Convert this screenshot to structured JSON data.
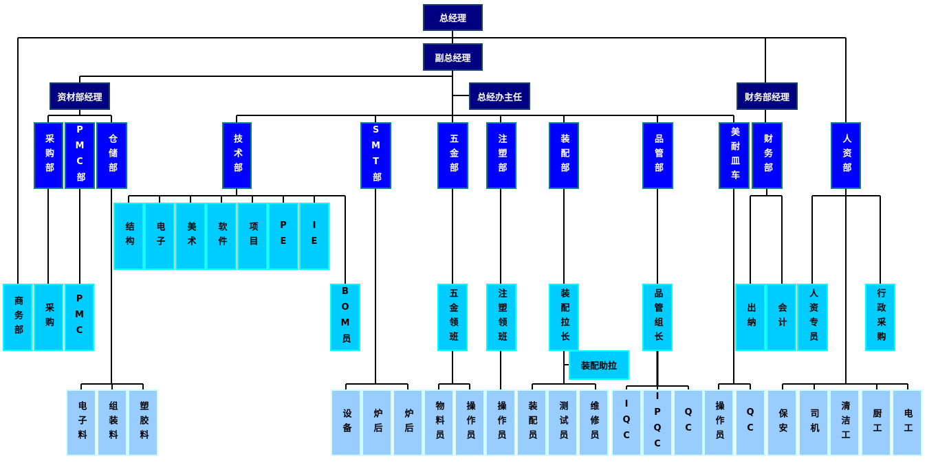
{
  "colors": {
    "executive": "#000080",
    "department": "#0000ff",
    "unit": "#00ccff",
    "staff": "#99ccff",
    "connector": "#000000"
  },
  "executives": {
    "gm": "总经理",
    "deputy_gm": "副总经理",
    "materials_mgr": "资材部经理",
    "office_director": "总经办主任",
    "finance_mgr": "财务部经理"
  },
  "departments": [
    "采购部",
    "PMC部",
    "仓储部",
    "技术部",
    "SMT部",
    "五金部",
    "注塑部",
    "装配部",
    "品管部",
    "美耐皿车",
    "财务部",
    "人资部"
  ],
  "tech_units": [
    "结构",
    "电子",
    "美术",
    "软件",
    "项目",
    "PE",
    "IE"
  ],
  "units": [
    "商务部",
    "采购",
    "PMC",
    "BOM员",
    "五金领班",
    "注塑领班",
    "装配拉长",
    "品管组长",
    "出纳",
    "会计",
    "人资专员",
    "行政采购",
    "装配助拉"
  ],
  "staff": [
    "电子料",
    "组装料",
    "塑胶料",
    "设备",
    "炉后",
    "炉后",
    "物料员",
    "操作员",
    "操作员",
    "装配员",
    "测试员",
    "维修员",
    "IQC",
    "IPQC",
    "QC",
    "操作员",
    "QC",
    "保安",
    "司机",
    "清洁工",
    "厨工",
    "电工"
  ]
}
